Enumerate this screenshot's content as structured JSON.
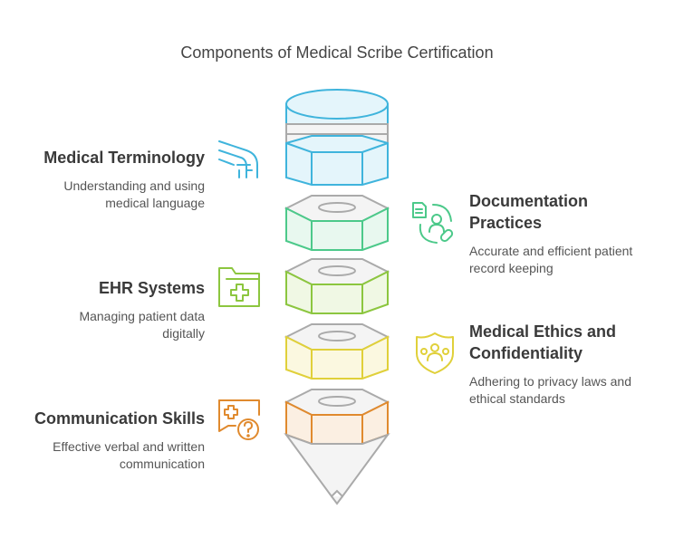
{
  "title": "Components of Medical Scribe Certification",
  "colors": {
    "blue": "#3fb4dc",
    "green": "#4cc98a",
    "lime": "#8cc63f",
    "yellow": "#e0d03a",
    "orange": "#e08a2e",
    "gray": "#aaaaaa"
  },
  "components": [
    {
      "heading": "Medical Terminology",
      "description": [
        "Understanding and using",
        "medical language"
      ],
      "icon": "knee-joint-icon"
    },
    {
      "heading": "Documentation Practices",
      "heading_lines": [
        "Documentation",
        "Practices"
      ],
      "description": [
        "Accurate and efficient patient",
        "record keeping"
      ],
      "icon": "patient-record-icon"
    },
    {
      "heading": "EHR Systems",
      "description": [
        "Managing patient data",
        "digitally"
      ],
      "icon": "medical-folder-icon"
    },
    {
      "heading": "Medical Ethics and Confidentiality",
      "heading_lines": [
        "Medical Ethics and",
        "Confidentiality"
      ],
      "description": [
        "Adhering to privacy laws and",
        "ethical standards"
      ],
      "icon": "shield-people-icon"
    },
    {
      "heading": "Communication Skills",
      "description": [
        "Effective verbal and written",
        "communication"
      ],
      "icon": "chat-question-icon"
    }
  ]
}
